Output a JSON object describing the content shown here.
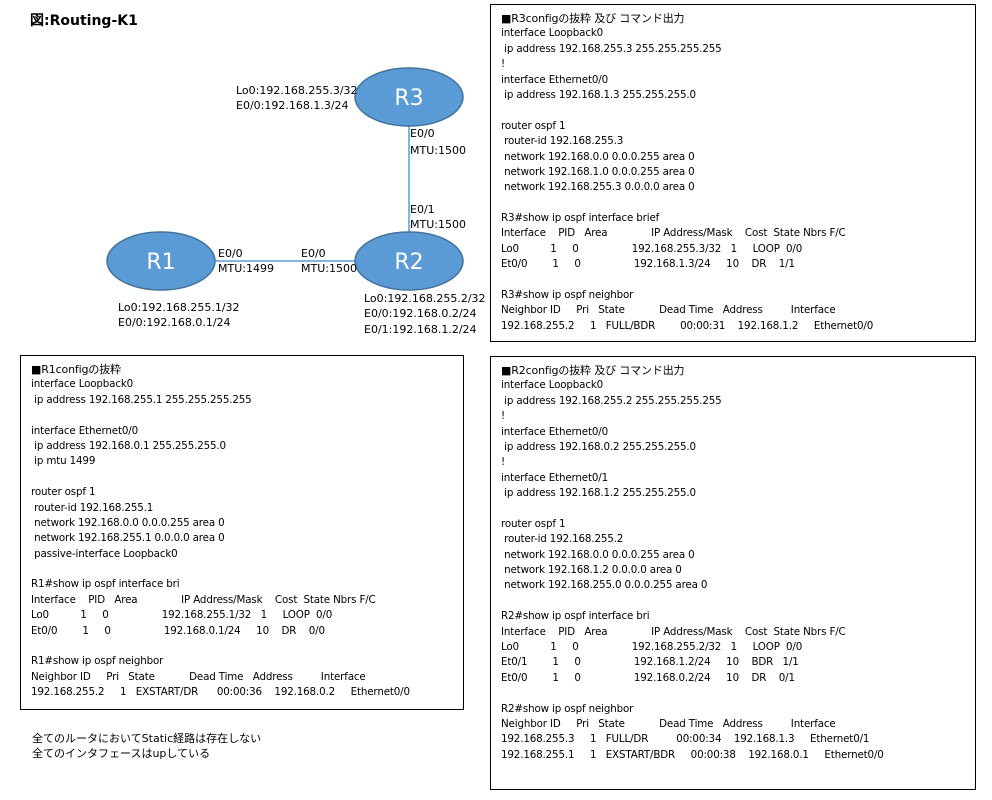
{
  "figure_title": "図:Routing-K1",
  "routers": [
    {
      "id": "r1",
      "label": "R1",
      "addresses": [
        "Lo0:192.168.255.1/32",
        "E0/0:192.168.0.1/24"
      ]
    },
    {
      "id": "r2",
      "label": "R2",
      "addresses": [
        "Lo0:192.168.255.2/32",
        "E0/0:192.168.0.2/24",
        "E0/1:192.168.1.2/24"
      ]
    },
    {
      "id": "r3",
      "label": "R3",
      "addresses": [
        "Lo0:192.168.255.3/32",
        "E0/0:192.168.1.3/24"
      ]
    }
  ],
  "links": [
    {
      "a_port": "E0/0",
      "a_mtu": "MTU:1499",
      "b_port": "E0/0",
      "b_mtu": "MTU:1500"
    },
    {
      "a_port": "E0/1",
      "a_mtu": "MTU:1500",
      "b_port": "E0/0",
      "b_mtu": "MTU:1500"
    }
  ],
  "boxes": {
    "r3": {
      "title": "■R3configの抜粋 及び コマンド出力",
      "lines": [
        "interface Loopback0",
        " ip address 192.168.255.3 255.255.255.255",
        "!",
        "interface Ethernet0/0",
        " ip address 192.168.1.3 255.255.255.0",
        "",
        "router ospf 1",
        " router-id 192.168.255.3",
        " network 192.168.0.0 0.0.0.255 area 0",
        " network 192.168.1.0 0.0.0.255 area 0",
        " network 192.168.255.3 0.0.0.0 area 0",
        "",
        "R3#show ip ospf interface brief",
        "Interface    PID   Area              IP Address/Mask    Cost  State Nbrs F/C",
        "Lo0          1     0                 192.168.255.3/32   1     LOOP  0/0",
        "Et0/0        1     0                 192.168.1.3/24     10    DR    1/1",
        "",
        "R3#show ip ospf neighbor",
        "Neighbor ID     Pri   State           Dead Time   Address         Interface",
        "192.168.255.2     1   FULL/BDR        00:00:31    192.168.1.2     Ethernet0/0"
      ]
    },
    "r1": {
      "title": "■R1configの抜粋",
      "lines": [
        "interface Loopback0",
        " ip address 192.168.255.1 255.255.255.255",
        "",
        "interface Ethernet0/0",
        " ip address 192.168.0.1 255.255.255.0",
        " ip mtu 1499",
        "",
        "router ospf 1",
        " router-id 192.168.255.1",
        " network 192.168.0.0 0.0.0.255 area 0",
        " network 192.168.255.1 0.0.0.0 area 0",
        " passive-interface Loopback0",
        "",
        "R1#show ip ospf interface bri",
        "Interface    PID   Area              IP Address/Mask    Cost  State Nbrs F/C",
        "Lo0          1     0                 192.168.255.1/32   1     LOOP  0/0",
        "Et0/0        1     0                 192.168.0.1/24     10    DR    0/0",
        "",
        "R1#show ip ospf neighbor",
        "Neighbor ID     Pri   State           Dead Time   Address         Interface",
        "192.168.255.2     1   EXSTART/DR      00:00:36    192.168.0.2     Ethernet0/0"
      ]
    },
    "r2": {
      "title": "■R2configの抜粋 及び コマンド出力",
      "lines": [
        "interface Loopback0",
        " ip address 192.168.255.2 255.255.255.255",
        "!",
        "interface Ethernet0/0",
        " ip address 192.168.0.2 255.255.255.0",
        "!",
        "interface Ethernet0/1",
        " ip address 192.168.1.2 255.255.255.0",
        "",
        "router ospf 1",
        " router-id 192.168.255.2",
        " network 192.168.0.0 0.0.0.255 area 0",
        " network 192.168.1.2 0.0.0.0 area 0",
        " network 192.168.255.0 0.0.0.255 area 0",
        "",
        "R2#show ip ospf interface bri",
        "Interface    PID   Area              IP Address/Mask    Cost  State Nbrs F/C",
        "Lo0          1     0                 192.168.255.2/32   1     LOOP  0/0",
        "Et0/1        1     0                 192.168.1.2/24     10    BDR   1/1",
        "Et0/0        1     0                 192.168.0.2/24     10    DR    0/1",
        "",
        "R2#show ip ospf neighbor",
        "Neighbor ID     Pri   State           Dead Time   Address         Interface",
        "192.168.255.3     1   FULL/DR         00:00:34    192.168.1.3     Ethernet0/1",
        "192.168.255.1     1   EXSTART/BDR     00:00:38    192.168.0.1     Ethernet0/0"
      ]
    }
  },
  "notes": [
    "全てのルータにおいてStatic経路は存在しない",
    "全てのインタフェースはupしている"
  ],
  "colors": {
    "router_fill": "#5b9bd5",
    "router_stroke": "#41719c",
    "link": "#5b9bd5",
    "router_text": "#ffffff"
  }
}
